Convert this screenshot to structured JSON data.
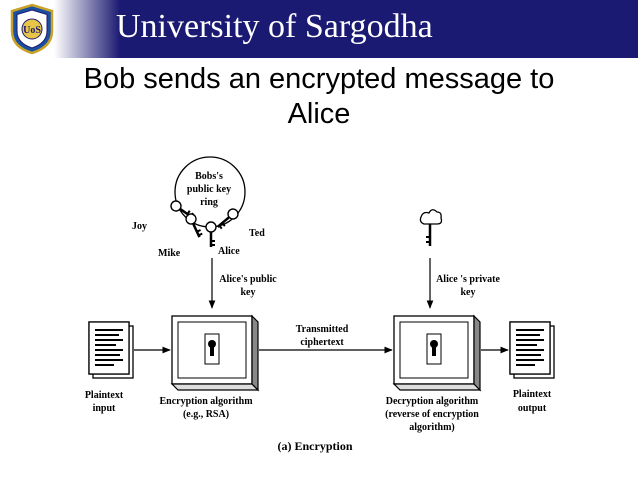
{
  "header": {
    "university": "University of Sargodha",
    "logo_text": "UoS",
    "bg_color": "#1b1a72"
  },
  "slide": {
    "title_line1": "Bob sends an encrypted message to",
    "title_line2": "Alice"
  },
  "diagram": {
    "keyring_line1": "Bobs's",
    "keyring_line2": "public key",
    "keyring_line3": "ring",
    "key_joy": "Joy",
    "key_mike": "Mike",
    "key_alice": "Alice",
    "key_ted": "Ted",
    "public_key_line1": "Alice's public",
    "public_key_line2": "key",
    "private_key_line1": "Alice 's private",
    "private_key_line2": "key",
    "transmitted_line1": "Transmitted",
    "transmitted_line2": "ciphertext",
    "plaintext_input_line1": "Plaintext",
    "plaintext_input_line2": "input",
    "encryption_line1": "Encryption algorithm",
    "encryption_line2": "(e.g., RSA)",
    "decryption_line1": "Decryption algorithm",
    "decryption_line2": "(reverse of encryption",
    "decryption_line3": "algorithm)",
    "plaintext_output_line1": "Plaintext",
    "plaintext_output_line2": "output",
    "caption": "(a) Encryption"
  }
}
